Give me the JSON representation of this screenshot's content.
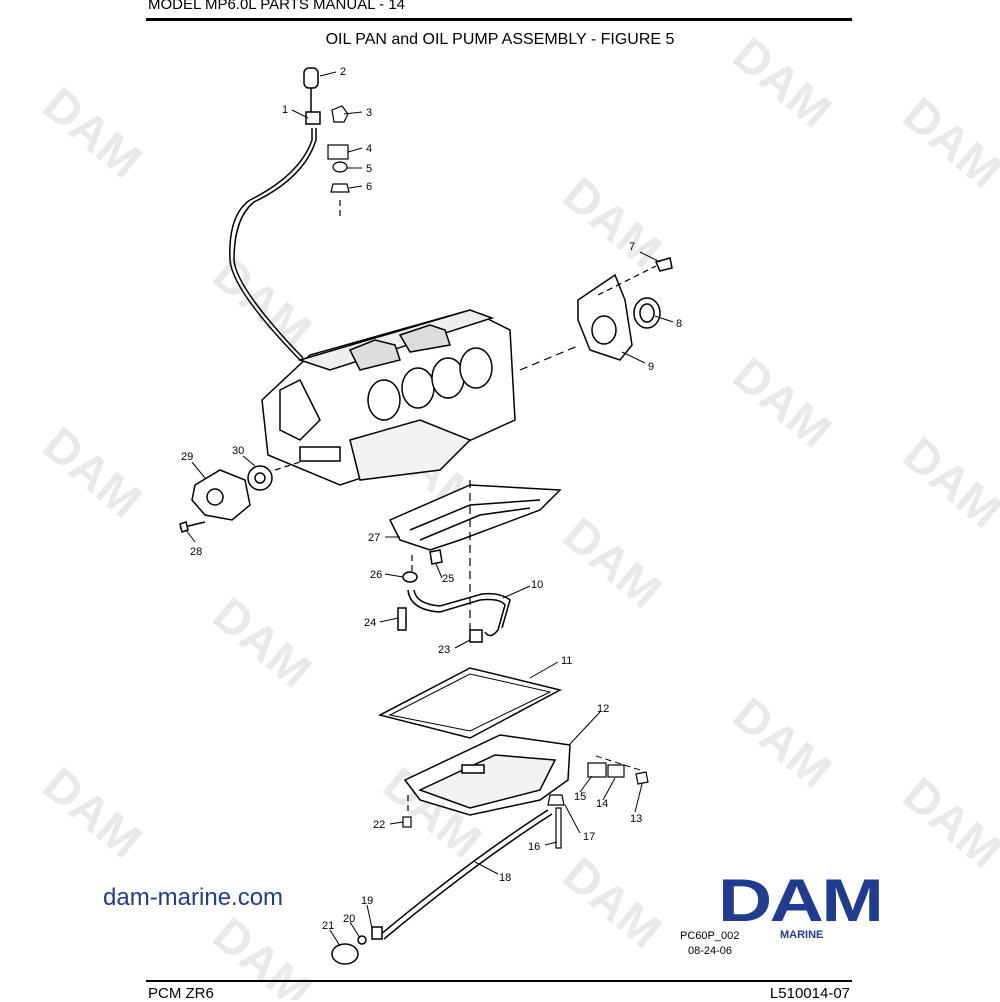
{
  "header": {
    "manual_title": "MODEL MP6.0L PARTS MANUAL - 14"
  },
  "figure": {
    "title": "OIL PAN and OIL PUMP ASSEMBLY - FIGURE 5"
  },
  "watermark": {
    "text": "DAM"
  },
  "callouts": [
    "1",
    "2",
    "3",
    "4",
    "5",
    "6",
    "7",
    "8",
    "9",
    "10",
    "11",
    "12",
    "13",
    "14",
    "15",
    "16",
    "17",
    "18",
    "19",
    "20",
    "21",
    "22",
    "23",
    "24",
    "25",
    "26",
    "27",
    "28",
    "29",
    "30"
  ],
  "website": "dam-marine.com",
  "logo": {
    "word": "DAM",
    "sub": "MARINE",
    "color": "#1f3c8f"
  },
  "drawing_ref": {
    "code": "PC60P_002",
    "date": "08-24-06"
  },
  "footer": {
    "left": "PCM ZR6",
    "right": "L510014-07"
  }
}
